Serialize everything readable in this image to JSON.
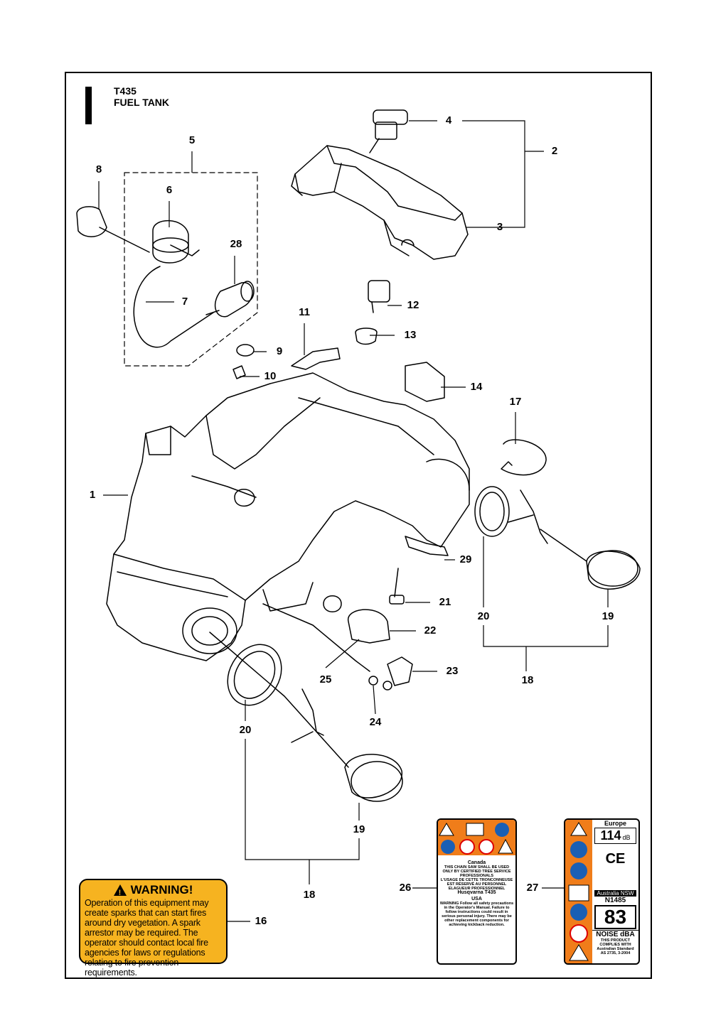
{
  "header": {
    "model": "T435",
    "section": "FUEL TANK"
  },
  "callouts": [
    {
      "id": "4",
      "text": "4"
    },
    {
      "id": "2",
      "text": "2"
    },
    {
      "id": "3",
      "text": "3"
    },
    {
      "id": "5",
      "text": "5"
    },
    {
      "id": "8",
      "text": "8"
    },
    {
      "id": "6",
      "text": "6"
    },
    {
      "id": "28",
      "text": "28"
    },
    {
      "id": "7",
      "text": "7"
    },
    {
      "id": "12",
      "text": "12"
    },
    {
      "id": "11",
      "text": "11"
    },
    {
      "id": "13",
      "text": "13"
    },
    {
      "id": "9",
      "text": "9"
    },
    {
      "id": "10",
      "text": "10"
    },
    {
      "id": "14",
      "text": "14"
    },
    {
      "id": "17",
      "text": "17"
    },
    {
      "id": "1",
      "text": "1"
    },
    {
      "id": "29",
      "text": "29"
    },
    {
      "id": "21",
      "text": "21"
    },
    {
      "id": "20a",
      "text": "20"
    },
    {
      "id": "19a",
      "text": "19"
    },
    {
      "id": "22",
      "text": "22"
    },
    {
      "id": "18a",
      "text": "18"
    },
    {
      "id": "23",
      "text": "23"
    },
    {
      "id": "25",
      "text": "25"
    },
    {
      "id": "24",
      "text": "24"
    },
    {
      "id": "20b",
      "text": "20"
    },
    {
      "id": "19b",
      "text": "19"
    },
    {
      "id": "18b",
      "text": "18"
    },
    {
      "id": "26",
      "text": "26"
    },
    {
      "id": "27",
      "text": "27"
    },
    {
      "id": "16",
      "text": "16"
    }
  ],
  "warning_label": {
    "heading": "WARNING!",
    "body": "Operation of this equipment may create sparks that can start fires around dry vegetation. A spark arrestor may be required. The operator should contact local fire agencies for laws or regulations relating to fire prevention requirements."
  },
  "label_26": {
    "region": "Canada",
    "line1": "THIS CHAIN SAW SHALL BE USED ONLY BY CERTIFIED TREE SERVICE PROFESSIONALS",
    "line2": "L'USAGE DE CETTE TRONCONNEUSE EST RÉSERVÉ AU PERSONNEL ELAGUEUR PROFESSIONNEL",
    "brand": "Husqvarna",
    "model": "T435",
    "usa": "USA",
    "line3": "WARNING Follow all safety precautions in the Operator's Manual. Failure to follow instructions could result in serious personal injury. There may be other replacement components for achieving kickback reduction."
  },
  "label_27": {
    "region": "Europe",
    "sound_power": "114",
    "sound_unit": "dB",
    "ce": "CE",
    "australia": "Australia NSW",
    "approval": "N1485",
    "noise_value": "83",
    "noise_label": "NOISE dBA",
    "footer": "THIS PRODUCT COMPLIES WITH Australian Standard AS 2735, 3-2004"
  },
  "colors": {
    "warning_yellow": "#f6b320",
    "label_orange": "#f07d1a",
    "line": "#000000"
  }
}
